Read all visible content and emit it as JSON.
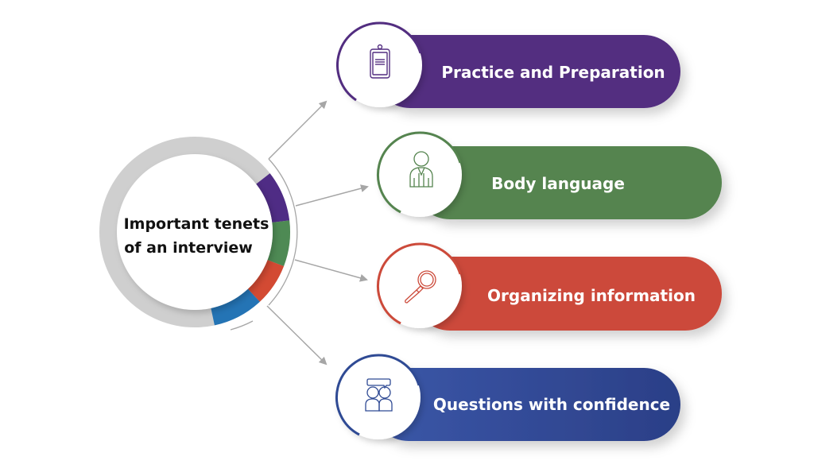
{
  "center": {
    "title_line1": "Important tenets",
    "title_line2": "of an interview",
    "ring_color": "#cfcfcf"
  },
  "items": [
    {
      "label": "Practice and Preparation",
      "icon": "clipboard-icon",
      "color": "#522d80",
      "ring_segment_color": "#4f2c85"
    },
    {
      "label": "Body language",
      "icon": "person-icon",
      "color": "#55844f",
      "ring_segment_color": "#4e8a54"
    },
    {
      "label": "Organizing information",
      "icon": "magnifier-icon",
      "color": "#cc4a3a",
      "ring_segment_color": "#d34a33"
    },
    {
      "label": "Questions with confidence",
      "icon": "conversation-icon",
      "color": "#2f4a94",
      "ring_segment_color": "#2474b5"
    }
  ],
  "connector_color": "#a6a6a6"
}
